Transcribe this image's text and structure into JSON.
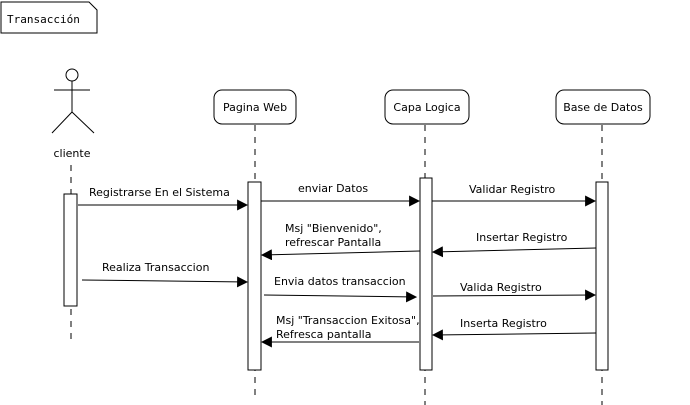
{
  "frame": {
    "title": "Transacción"
  },
  "actor": {
    "label": "cliente"
  },
  "participants": [
    {
      "key": "web",
      "label": "Pagina Web"
    },
    {
      "key": "logic",
      "label": "Capa Logica"
    },
    {
      "key": "db",
      "label": "Base de Datos"
    }
  ],
  "messages": [
    {
      "key": "m1",
      "label": "Registrarse En el Sistema"
    },
    {
      "key": "m2",
      "label": "enviar Datos"
    },
    {
      "key": "m3",
      "label": "Validar Registro"
    },
    {
      "key": "m4",
      "label": "Insertar Registro"
    },
    {
      "key": "m5",
      "lines": [
        "Msj \"Bienvenido\",",
        "refrescar Pantalla"
      ]
    },
    {
      "key": "m6",
      "label": "Realiza Transaccion"
    },
    {
      "key": "m7",
      "label": "Envia datos transaccion"
    },
    {
      "key": "m8",
      "label": "Valida Registro"
    },
    {
      "key": "m9",
      "label": "Inserta Registro"
    },
    {
      "key": "m10",
      "lines": [
        "Msj \"Transaccion Exitosa\",",
        "Refresca pantalla"
      ]
    }
  ]
}
